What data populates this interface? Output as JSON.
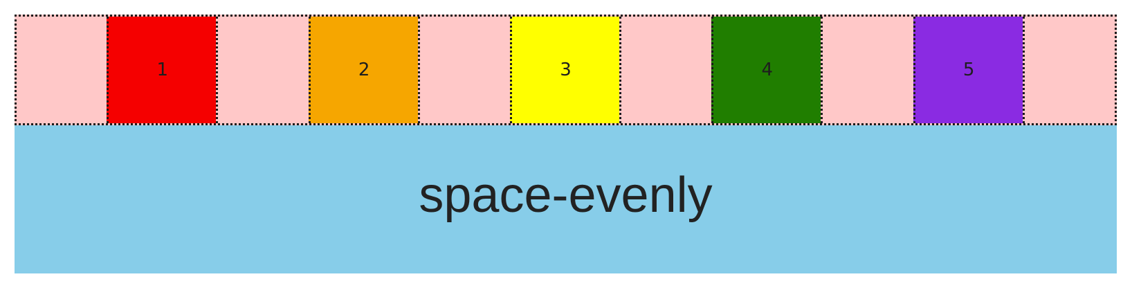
{
  "diagram": {
    "items": [
      {
        "label": "1",
        "color": "#f50000"
      },
      {
        "label": "2",
        "color": "#f6a600"
      },
      {
        "label": "3",
        "color": "#ffff00"
      },
      {
        "label": "4",
        "color": "#207e00"
      },
      {
        "label": "5",
        "color": "#8a2be2"
      }
    ],
    "gap_color": "#ffc8c8",
    "caption": "space-evenly",
    "caption_background": "#87cde9"
  }
}
